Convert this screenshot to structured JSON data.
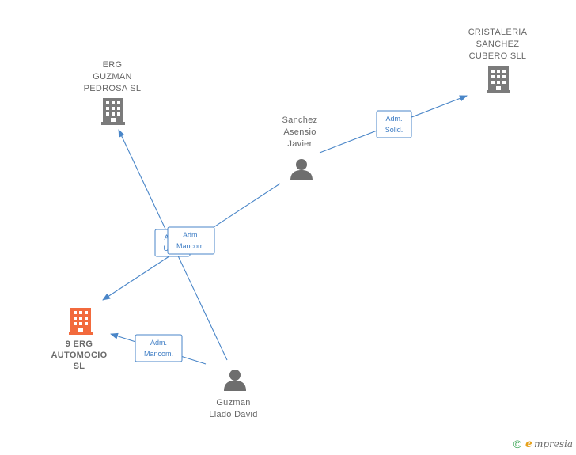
{
  "colors": {
    "edge": "#4a86c8",
    "building_default": "#7b7b7b",
    "building_highlight": "#f26a3d",
    "person": "#6e6e6e"
  },
  "nodes": {
    "erg_guzman_pedrosa": {
      "type": "company",
      "icon": "building-icon",
      "label_lines": [
        "ERG",
        "GUZMAN",
        "PEDROSA SL"
      ]
    },
    "cristaleria": {
      "type": "company",
      "icon": "building-icon",
      "label_lines": [
        "CRISTALERIA",
        "SANCHEZ",
        "CUBERO  SLL"
      ]
    },
    "sanchez_asensio": {
      "type": "person",
      "icon": "person-icon",
      "label_lines": [
        "Sanchez",
        "Asensio",
        "Javier"
      ]
    },
    "erg_automocio": {
      "type": "company",
      "icon": "building-icon",
      "highlight": true,
      "label_lines": [
        "9 ERG",
        "AUTOMOCIO",
        "SL"
      ]
    },
    "guzman_llado": {
      "type": "person",
      "icon": "person-icon",
      "label_lines": [
        "Guzman",
        "Llado David"
      ]
    }
  },
  "edges": [
    {
      "from": "sanchez_asensio",
      "to": "cristaleria",
      "label_lines": [
        "Adm.",
        "Solid."
      ]
    },
    {
      "from": "sanchez_asensio",
      "to": "erg_automocio",
      "label_lines": [
        "Adm.",
        "Mancom."
      ]
    },
    {
      "from": "guzman_llado",
      "to": "erg_guzman_pedrosa",
      "label_lines": [
        "Adm.",
        "Unico"
      ]
    },
    {
      "from": "guzman_llado",
      "to": "erg_automocio",
      "label_lines": [
        "Adm.",
        "Mancom."
      ]
    }
  ],
  "watermark": {
    "symbol": "©",
    "brand_first": "e",
    "brand_rest": "mpresia"
  }
}
